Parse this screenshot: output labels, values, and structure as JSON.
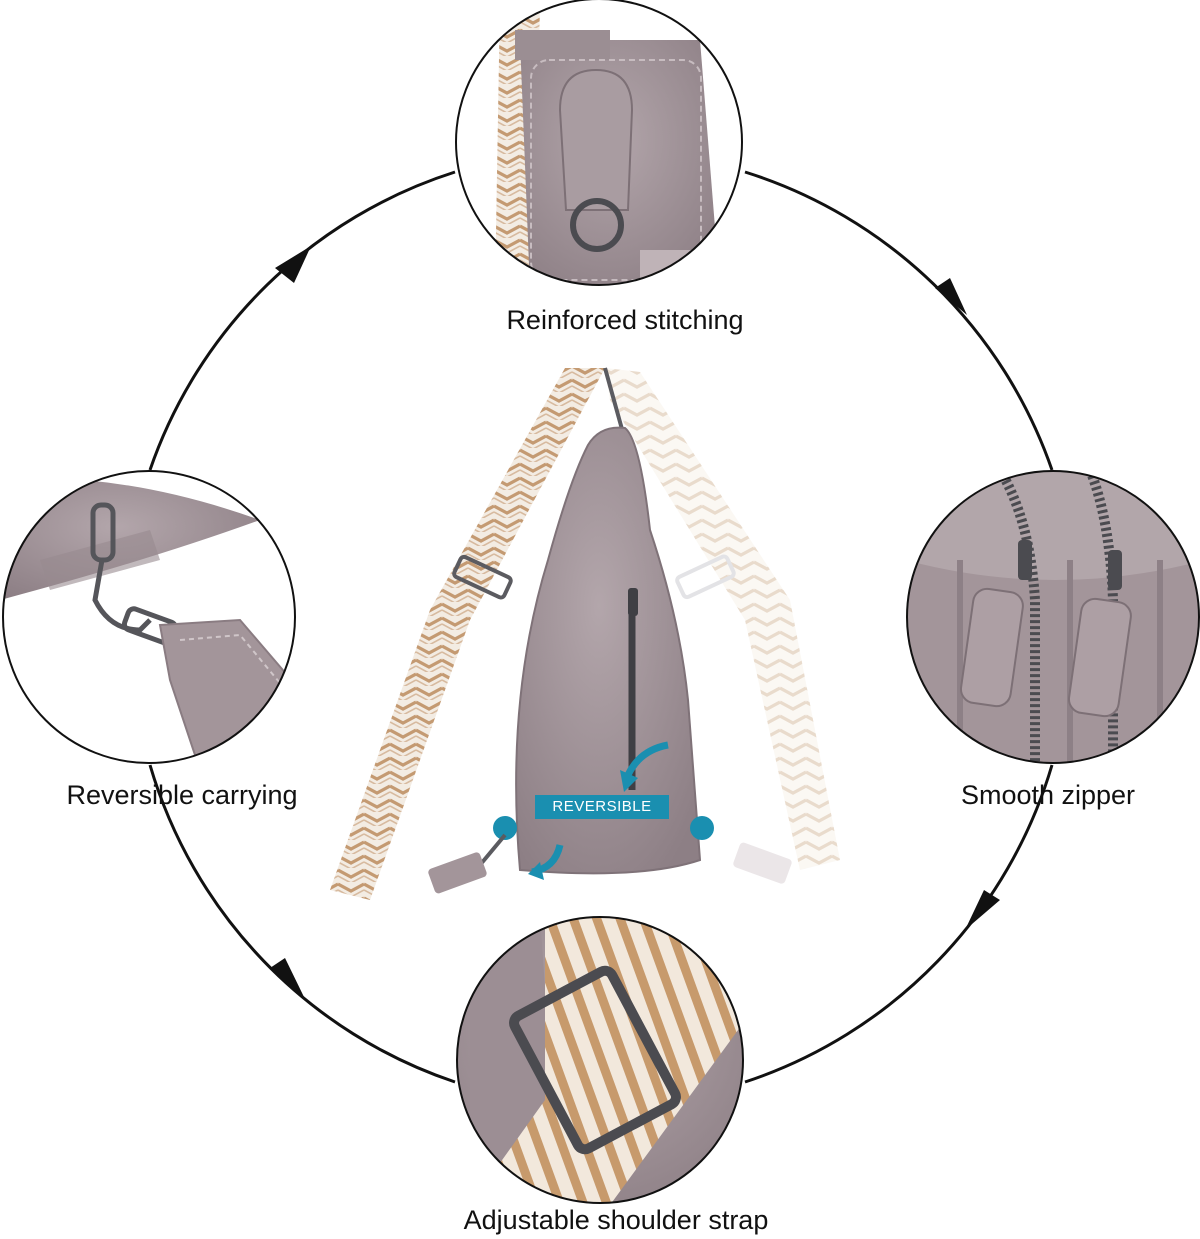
{
  "features": {
    "top_label": "Reinforced stitching",
    "left_label": "Reversible carrying",
    "right_label": "Smooth zipper",
    "bottom_label": "Adjustable shoulder strap"
  },
  "badge": {
    "label": "REVERSIBLE",
    "color": "#1a8fb0"
  },
  "colors": {
    "leather": "#a3959a",
    "leather_dark": "#8a7c82",
    "strap_tan": "#c9a27c",
    "strap_cream": "#f3ece3",
    "metal": "#5b5b60",
    "ring": "#111111"
  }
}
